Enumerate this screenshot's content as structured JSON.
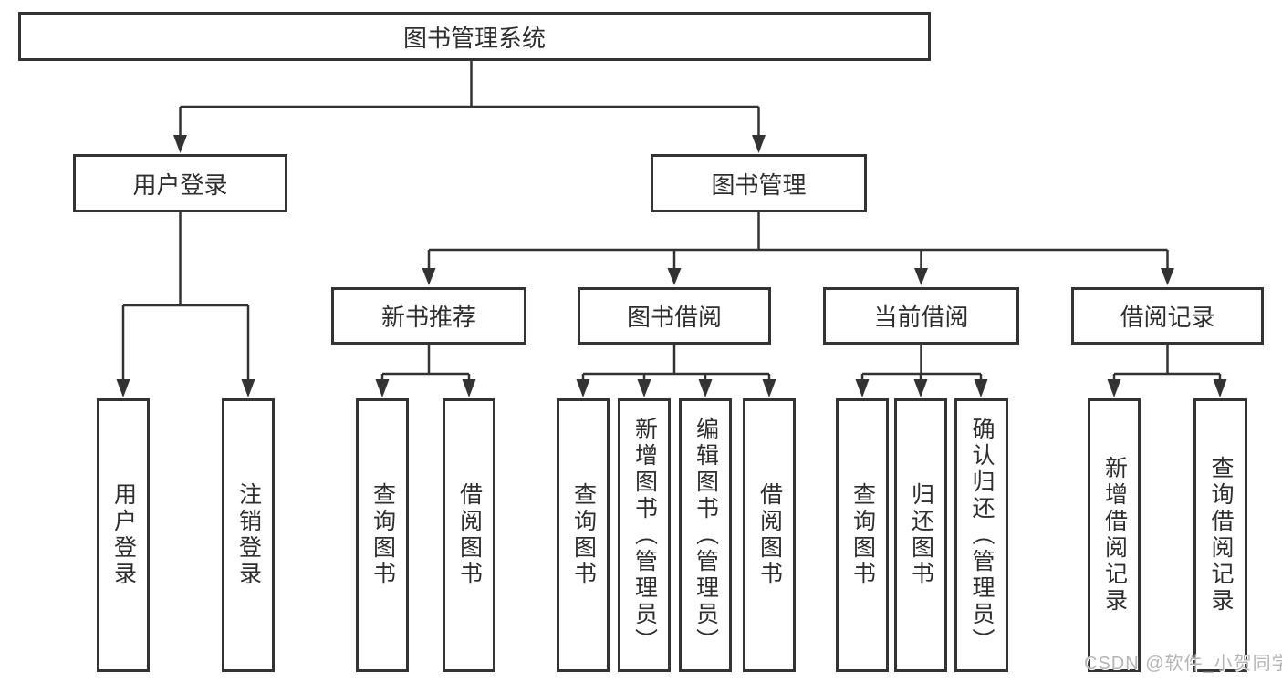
{
  "tree": {
    "root": {
      "label": "图书管理系统",
      "children": [
        {
          "label": "用户登录",
          "children": [
            {
              "label": "用户登录"
            },
            {
              "label": "注销登录"
            }
          ]
        },
        {
          "label": "图书管理",
          "children": [
            {
              "label": "新书推荐",
              "children": [
                {
                  "label": "查询图书"
                },
                {
                  "label": "借阅图书"
                }
              ]
            },
            {
              "label": "图书借阅",
              "children": [
                {
                  "label": "查询图书"
                },
                {
                  "label": "新增图书（管理员）"
                },
                {
                  "label": "编辑图书（管理员）"
                },
                {
                  "label": "借阅图书"
                }
              ]
            },
            {
              "label": "当前借阅",
              "children": [
                {
                  "label": "查询图书"
                },
                {
                  "label": "归还图书"
                },
                {
                  "label": "确认归还（管理员）"
                }
              ]
            },
            {
              "label": "借阅记录",
              "children": [
                {
                  "label": "新增借阅记录"
                },
                {
                  "label": "查询借阅记录"
                }
              ]
            }
          ]
        }
      ]
    }
  },
  "watermark": {
    "text": "CSDN @软件_小贺同学"
  },
  "colors": {
    "box_border": "#333333",
    "connector": "#333333",
    "text": "#2e2e2e",
    "watermark": "#b5b5b5",
    "background": "#ffffff"
  }
}
